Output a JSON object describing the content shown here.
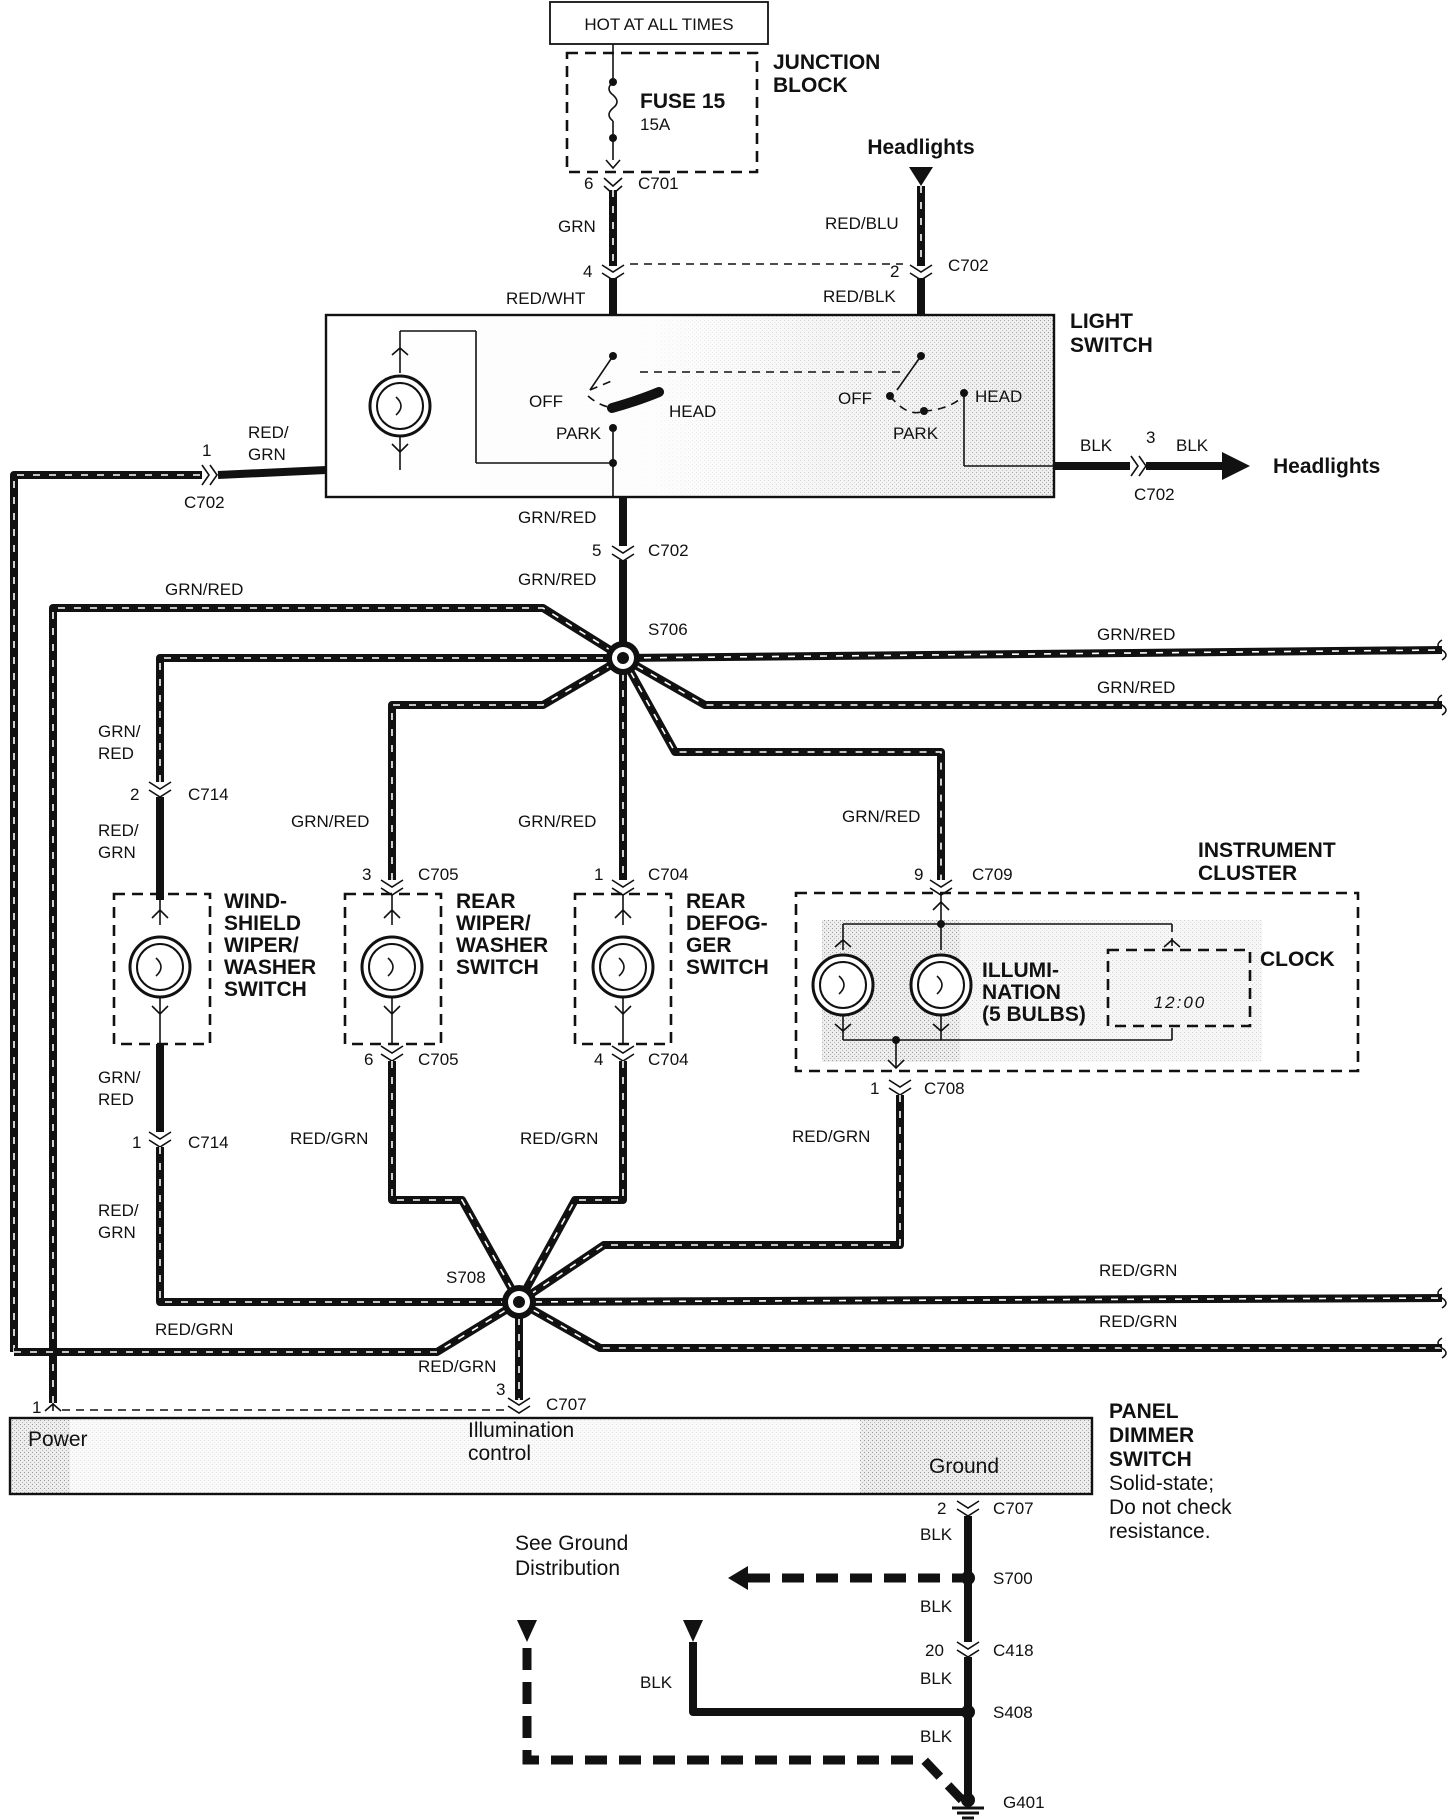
{
  "top_note": "HOT AT ALL TIMES",
  "junction_block": {
    "title_line1": "JUNCTION",
    "title_line2": "BLOCK",
    "fuse_name": "FUSE 15",
    "fuse_rating": "15A"
  },
  "headlights": {
    "top_label": "Headlights",
    "right_label": "Headlights"
  },
  "light_switch": {
    "title_line1": "LIGHT",
    "title_line2": "SWITCH",
    "off": "OFF",
    "park": "PARK",
    "head": "HEAD"
  },
  "wires": {
    "grn": "GRN",
    "red_blu": "RED/BLU",
    "red_wht": "RED/WHT",
    "red_blk": "RED/BLK",
    "red_slash": "RED/",
    "grn_only": "GRN",
    "blk": "BLK",
    "grn_red": "GRN/RED",
    "grn_slash": "GRN/",
    "red_only": "RED",
    "red_grn": "RED/GRN"
  },
  "connectors": {
    "c701": "C701",
    "c702": "C702",
    "c707": "C707",
    "c704": "C704",
    "c705": "C705",
    "c708": "C708",
    "c709": "C709",
    "c714": "C714",
    "c418": "C418",
    "s706": "S706",
    "s708": "S708",
    "s700": "S700",
    "s408": "S408",
    "g401": "G401"
  },
  "pins": {
    "p6": "6",
    "p4": "4",
    "p2": "2",
    "p1": "1",
    "p3": "3",
    "p5": "5",
    "p9": "9",
    "p20": "20"
  },
  "switches": {
    "windshield": [
      "WIND-",
      "SHIELD",
      "WIPER/",
      "WASHER",
      "SWITCH"
    ],
    "rear_wiper": [
      "REAR",
      "WIPER/",
      "WASHER",
      "SWITCH"
    ],
    "rear_defog": [
      "REAR",
      "DEFOG-",
      "GER",
      "SWITCH"
    ]
  },
  "instrument_cluster": {
    "title_line1": "INSTRUMENT",
    "title_line2": "CLUSTER",
    "illum": [
      "ILLUMI-",
      "NATION",
      "(5 BULBS)"
    ],
    "clock_label": "CLOCK",
    "clock_display": "12:00"
  },
  "panel_dimmer": {
    "power": "Power",
    "illum_line1": "Illumination",
    "illum_line2": "control",
    "ground": "Ground",
    "title": [
      "PANEL",
      "DIMMER",
      "SWITCH"
    ],
    "note": [
      "Solid-state;",
      "Do not check",
      "resistance."
    ]
  },
  "ground_note": [
    "See Ground",
    "Distribution"
  ]
}
